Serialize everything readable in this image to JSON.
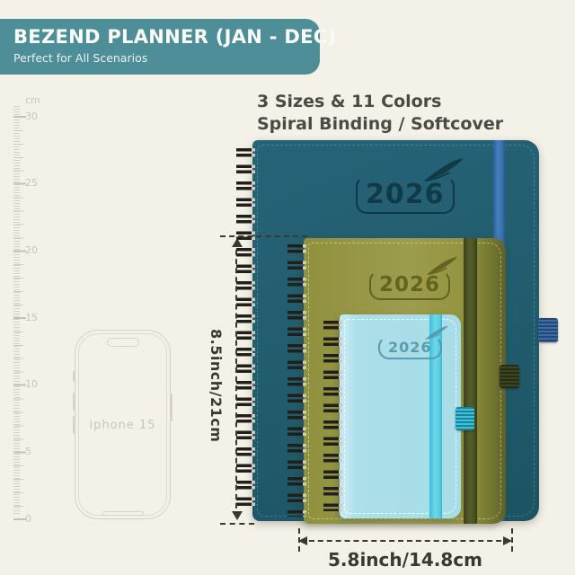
{
  "banner": {
    "title": "BEZEND PLANNER (JAN - DEC)",
    "subtitle": "Perfect for All Scenarios"
  },
  "headline": {
    "line1": "3 Sizes & 11 Colors",
    "line2": "Spiral Binding / Softcover"
  },
  "ruler": {
    "labels": [
      "cm",
      "30",
      "25",
      "20",
      "15",
      "10",
      "5",
      "0"
    ]
  },
  "phone": {
    "label": "iphone 15"
  },
  "planners": {
    "large": {
      "year": "2026",
      "cover_color": "#215c6d",
      "band_color": "#3d77b3"
    },
    "medium": {
      "year": "2026",
      "cover_color": "#9a9a4b",
      "band_color": "#4e5424"
    },
    "small": {
      "year": "2026",
      "cover_color": "#a9dfe9",
      "band_color": "#58cfe4"
    }
  },
  "dimensions": {
    "height_label": "8.5inch/21cm",
    "width_label": "5.8inch/14.8cm"
  },
  "colors": {
    "background": "#f4f1e8",
    "banner_bg": "#4d8e98",
    "annotation": "#3b392f"
  }
}
